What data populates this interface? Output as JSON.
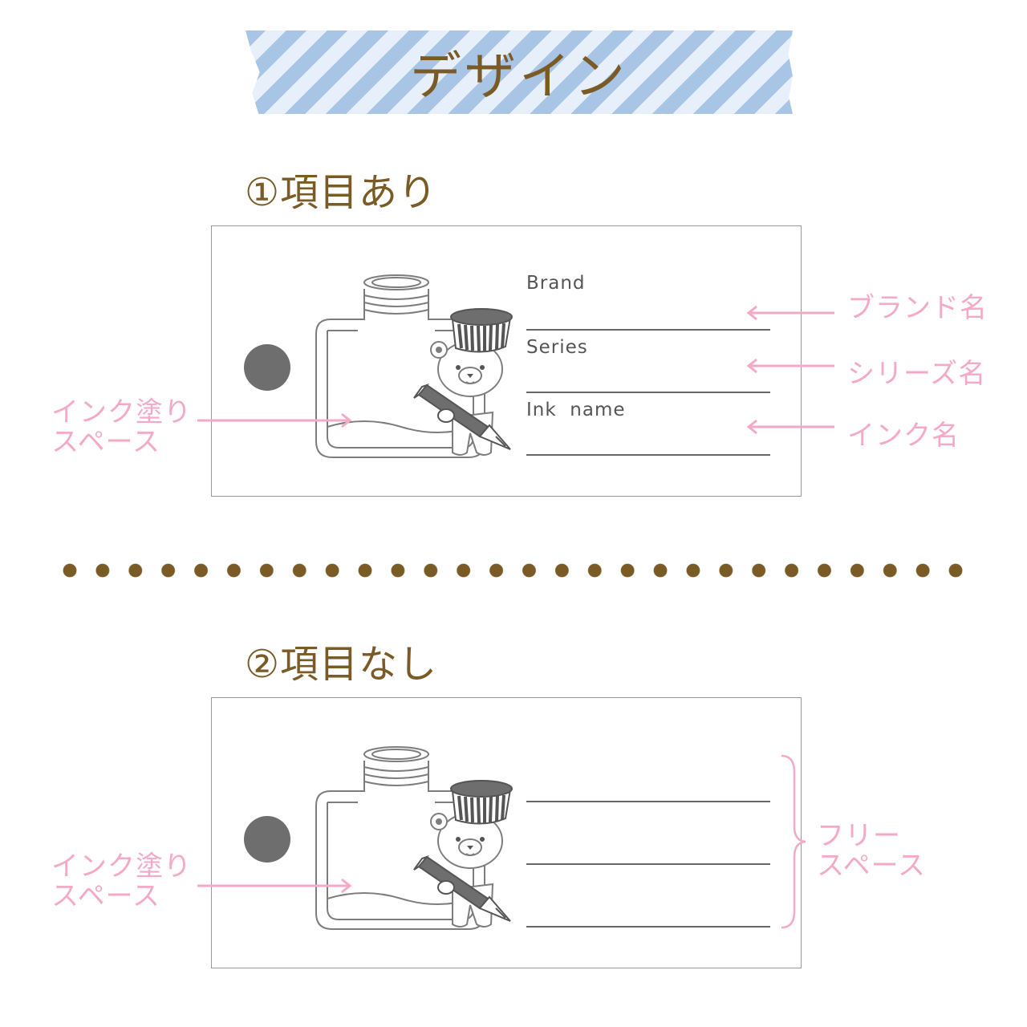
{
  "header": {
    "title": "デザイン"
  },
  "section1": {
    "title": "①項目あり",
    "fields": [
      {
        "label": "Brand",
        "annotation": "ブランド名"
      },
      {
        "label": "Series",
        "annotation": "シリーズ名"
      },
      {
        "label": "Ink  name",
        "annotation": "インク名"
      }
    ],
    "ink_space_note": [
      "インク塗り",
      "スペース"
    ]
  },
  "section2": {
    "title": "②項目なし",
    "ink_space_note": [
      "インク塗り",
      "スペース"
    ],
    "free_space_note": [
      "フリー",
      "スペース"
    ]
  },
  "colors": {
    "title_brown": "#7a5b26",
    "annotation_pink": "#f4a9c8",
    "tape_blue": "#a9c5e6",
    "tape_light": "#e7f0fa",
    "line_gray": "#666666"
  },
  "icons": [
    "ink-bottle-icon",
    "bear-icon",
    "fountain-pen-icon",
    "bottle-cap-icon",
    "arrow-icon",
    "brace-icon"
  ]
}
